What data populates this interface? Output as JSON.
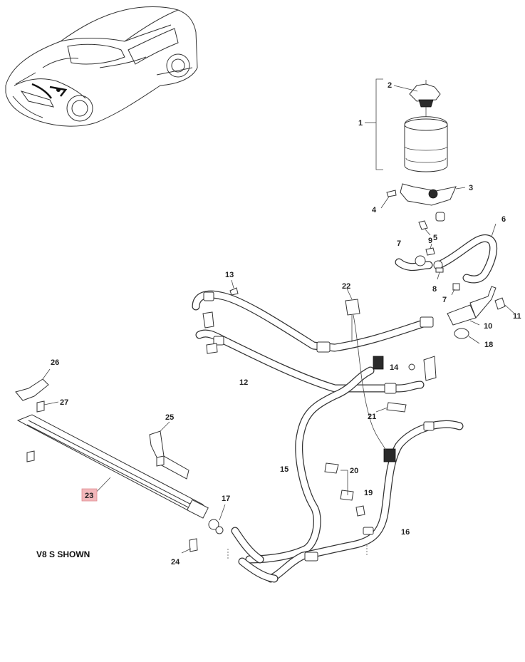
{
  "caption": "V8 S SHOWN",
  "highlight_color": "#f2b8bb",
  "highlighted_callout": "23",
  "callouts": [
    "1",
    "2",
    "3",
    "4",
    "5",
    "6",
    "7",
    "7",
    "8",
    "9",
    "10",
    "11",
    "12",
    "13",
    "14",
    "15",
    "16",
    "17",
    "18",
    "19",
    "20",
    "21",
    "22",
    "23",
    "24",
    "25",
    "26",
    "27"
  ]
}
